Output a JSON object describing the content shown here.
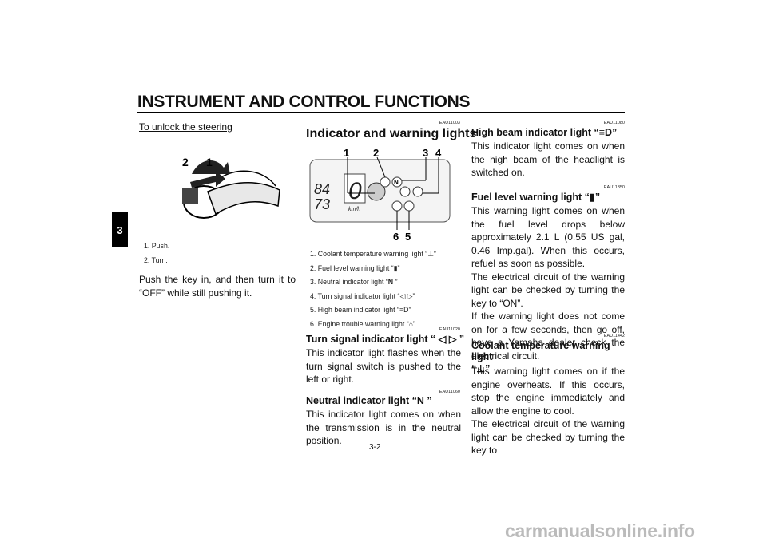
{
  "header": {
    "title": "INSTRUMENT AND CONTROL FUNCTIONS"
  },
  "tab": {
    "label": "3"
  },
  "left": {
    "subheading": "To unlock the steering",
    "fig_callouts": [
      "2",
      "1"
    ],
    "captions": [
      "1. Push.",
      "2. Turn."
    ],
    "body": "Push the key in, and then turn it to “OFF” while still pushing it."
  },
  "middle": {
    "section_code": "EAU11003",
    "section_title": "Indicator and warning lights",
    "display": {
      "odo": "84",
      "trip": "73",
      "speed": "0",
      "unit": "km/h"
    },
    "fig_callouts": [
      "1",
      "2",
      "3",
      "4",
      "6",
      "5"
    ],
    "captions": [
      "1. Coolant temperature warning light “",
      "2. Fuel level warning light “",
      "3. Neutral indicator light “",
      "4. Turn signal indicator light “",
      "5. High beam indicator light “",
      "6. Engine trouble warning light “"
    ],
    "turn": {
      "code": "EAU11020",
      "title": "Turn signal indicator light “",
      "body": "This indicator light flashes when the turn signal switch is pushed to the left or right."
    },
    "neutral": {
      "code": "EAU11060",
      "title": "Neutral indicator light “",
      "glyph": "N",
      "body": "This indicator light comes on when the transmission is in the neutral position."
    }
  },
  "right": {
    "highbeam": {
      "code": "EAU11080",
      "title": "High beam indicator light “",
      "body": "This indicator light comes on when the high beam of the headlight is switched on."
    },
    "fuel": {
      "code": "EAU11350",
      "title": "Fuel level warning light “",
      "body1": "This warning light comes on when the fuel level drops below approximately 2.1 L (0.55 US gal, 0.46 Imp.gal). When this occurs, refuel as soon as possible.",
      "body2": "The electrical circuit of the warning light can be checked by turning the key to “ON”.",
      "body3": "If the warning light does not come on for a few seconds, then go off, have a Yamaha dealer check the electrical circuit."
    },
    "coolant": {
      "code": "EAU11442",
      "title": "Coolant temperature warning light",
      "body1": "This warning light comes on if the engine overheats. If this occurs, stop the engine immediately and allow the engine to cool.",
      "body2": "The electrical circuit of the warning light can be checked by turning the key to"
    }
  },
  "page": {
    "number": "3-2"
  },
  "footer": {
    "watermark": "carmanualsonline.info"
  }
}
